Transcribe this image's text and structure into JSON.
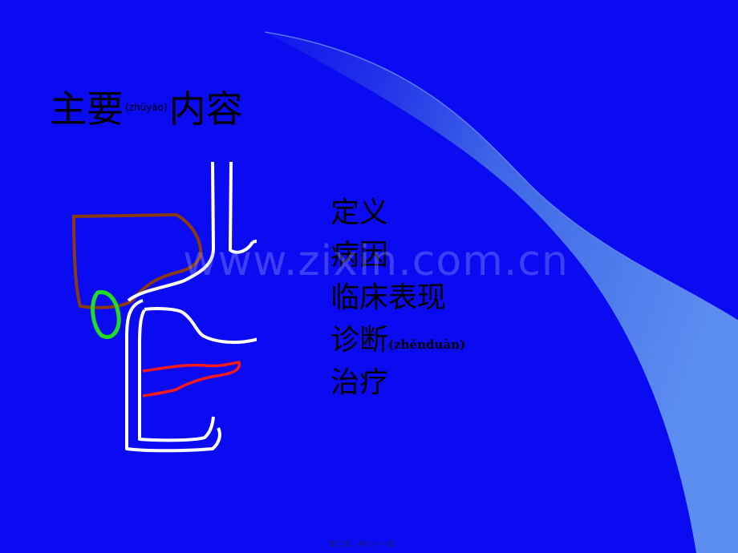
{
  "slide": {
    "title_part1": "主要",
    "title_ruby": "(zhǔyào)",
    "title_part2": "内容",
    "outline": [
      {
        "text": "定义",
        "ruby": ""
      },
      {
        "text": "病因",
        "ruby": ""
      },
      {
        "text": "临床表现",
        "ruby": ""
      },
      {
        "text": "诊断",
        "ruby": "(zhěnduàn)"
      },
      {
        "text": "治疗",
        "ruby": ""
      }
    ],
    "watermark": "www.zixin.com.cn",
    "footer": "第二页，共七十一页。"
  },
  "colors": {
    "background": "#0b0bf2",
    "swoosh": "#4f7fe8",
    "liver": "#8b3a10",
    "gallbladder": "#22dd22",
    "duct": "#ff1a1a",
    "stomach": "#ffffff"
  }
}
